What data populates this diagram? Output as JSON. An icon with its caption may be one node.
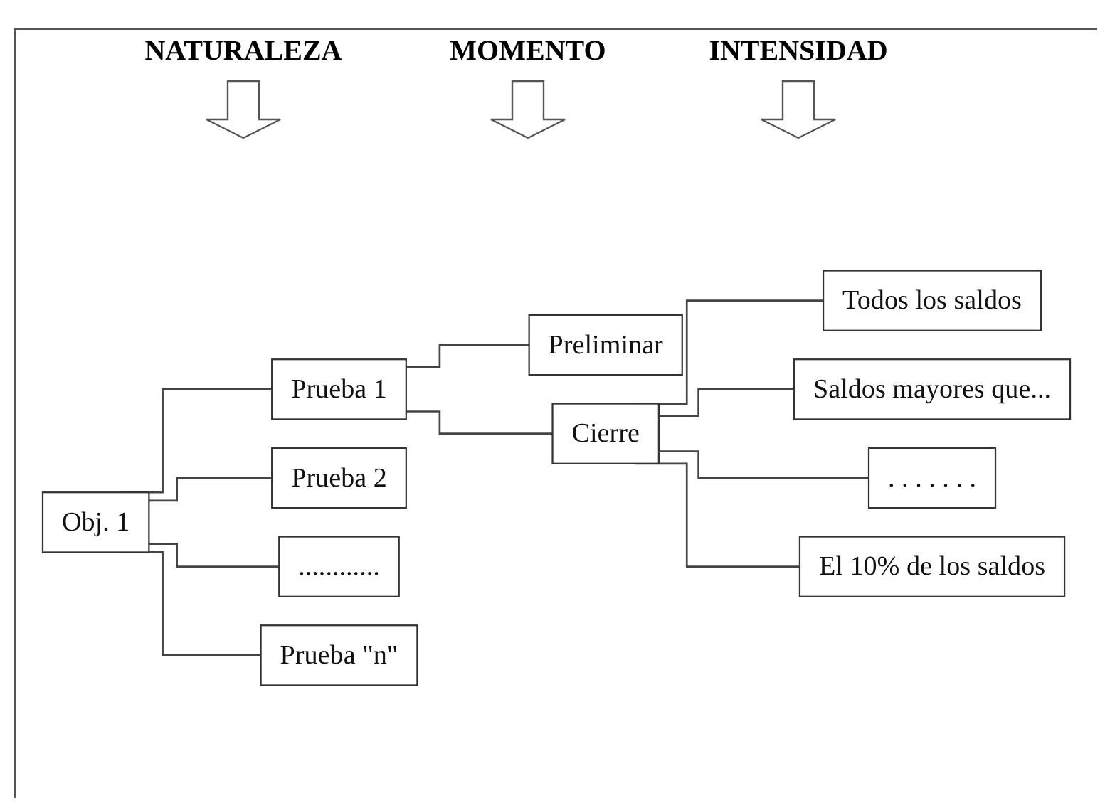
{
  "diagram": {
    "nodes": [
      {
        "text": [
          "Obj. 1"
        ]
      },
      {
        "text": [
          "Prueba 1"
        ]
      },
      {
        "text": [
          "Preliminar"
        ]
      },
      {
        "text": [
          "Cierre"
        ]
      },
      {
        "text": [
          "Todos los saldos"
        ]
      },
      {
        "text": [
          "Saldos mayores que..."
        ]
      },
      {
        "text": [
          ". . . . . . ."
        ]
      },
      {
        "text": [
          "El 10% de los saldos"
        ]
      },
      {
        "text": [
          "Prueba 2"
        ]
      },
      {
        "text": [
          "............"
        ]
      },
      {
        "text": [
          "Prueba \"n\""
        ]
      }
    ],
    "edges": [
      {
        "from": 0,
        "to": 1,
        "arrow": "none"
      },
      {
        "from": 1,
        "to": 2,
        "arrow": "none"
      },
      {
        "from": 1,
        "to": 3,
        "arrow": "none"
      },
      {
        "from": 3,
        "to": 4,
        "arrow": "none"
      },
      {
        "from": 3,
        "to": 5,
        "arrow": "none"
      },
      {
        "from": 3,
        "to": 6,
        "arrow": "none"
      },
      {
        "from": 3,
        "to": 7,
        "arrow": "none"
      },
      {
        "from": 0,
        "to": 8,
        "arrow": "none"
      },
      {
        "from": 0,
        "to": 9,
        "arrow": "none"
      },
      {
        "from": 0,
        "to": 10,
        "arrow": "none"
      }
    ],
    "labels": [
      "NATURALEZA",
      "MOMENTO",
      "INTENSIDAD"
    ]
  }
}
